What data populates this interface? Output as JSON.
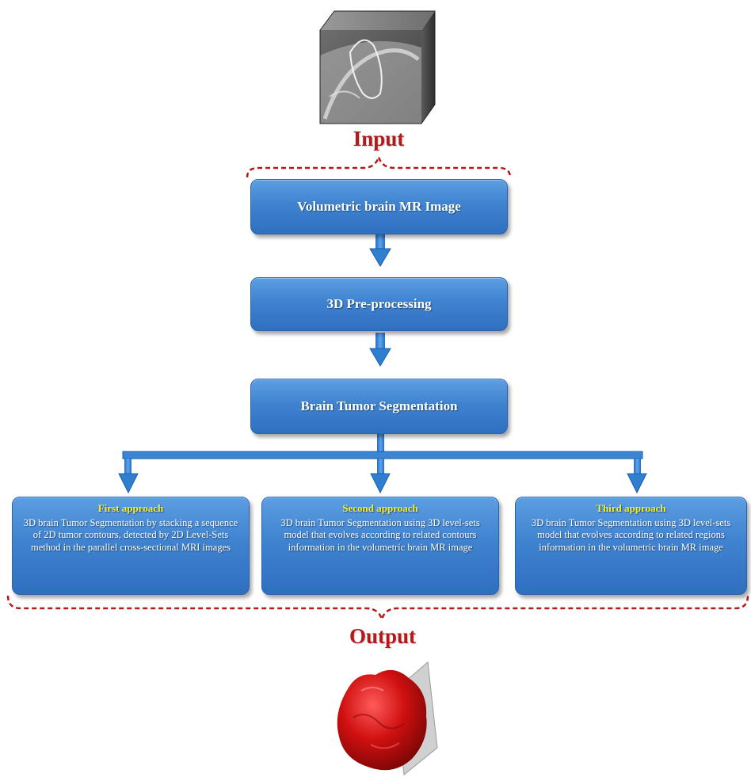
{
  "labels": {
    "input": "Input",
    "output": "Output"
  },
  "steps": [
    "Volumetric brain MR Image",
    "3D Pre-processing",
    "Brain Tumor Segmentation"
  ],
  "approaches": [
    {
      "title": "First approach",
      "description": "3D brain Tumor Segmentation by stacking a sequence of 2D tumor contours, detected by 2D Level-Sets method in the parallel cross-sectional MRI images"
    },
    {
      "title": "Second approach",
      "description": "3D brain Tumor Segmentation using 3D level-sets model that evolves according to related contours information in the volumetric brain MR image"
    },
    {
      "title": "Third approach",
      "description": "3D brain Tumor Segmentation using 3D level-sets model that evolves according to related regions information in the volumetric brain MR image"
    }
  ],
  "colors": {
    "box_fill": "#4a8fd8",
    "arrow": "#2f7fd0",
    "bracket": "#b41a1a",
    "label": "#b41a1a",
    "approach_title": "#f4f41e",
    "tumor": "#d01010"
  },
  "icons": {
    "input_image": "brain-mri-cube-icon",
    "output_image": "tumor-3d-model-icon"
  }
}
